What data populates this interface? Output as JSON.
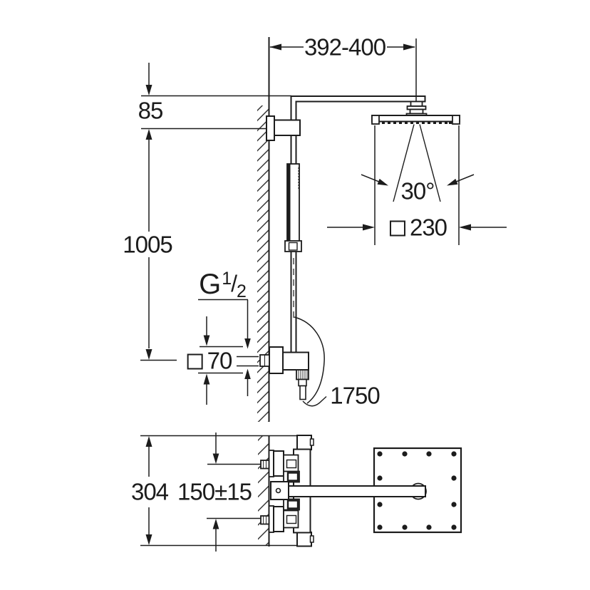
{
  "drawing": {
    "title": "shower-system-dimension-drawing",
    "colors": {
      "line": "#1c1c1c",
      "background": "#ffffff"
    },
    "dimensions": {
      "arm_reach": "392-400",
      "arm_drop": "85",
      "rail_length": "1005",
      "escutcheon_size": "70",
      "hose_length": "1750",
      "spray_angle": "30°",
      "head_size": "230",
      "body_height": "304",
      "valve_spacing": "150±15"
    },
    "thread": {
      "letter": "G",
      "numerator": "1",
      "slash": "/",
      "denominator": "2"
    }
  }
}
